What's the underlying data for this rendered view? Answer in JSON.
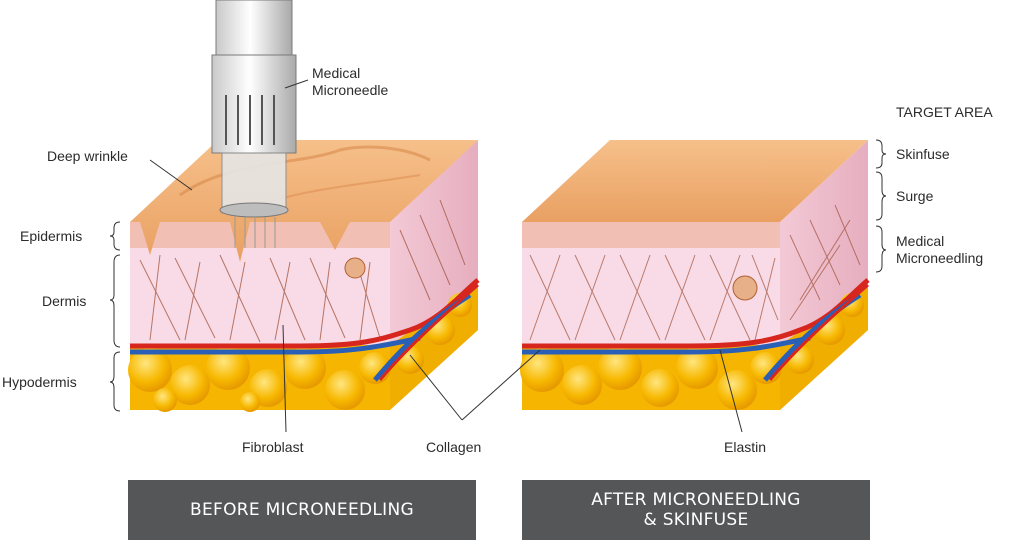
{
  "labels": {
    "medical_microneedle_line1": "Medical",
    "medical_microneedle_line2": "Microneedle",
    "deep_wrinkle": "Deep wrinkle",
    "epidermis": "Epidermis",
    "dermis": "Dermis",
    "hypodermis": "Hypodermis",
    "fibroblast": "Fibroblast",
    "collagen": "Collagen",
    "elastin": "Elastin"
  },
  "target_area": {
    "title": "TARGET AREA",
    "skinfuse": "Skinfuse",
    "surge": "Surge",
    "medical_microneedling_line1": "Medical",
    "medical_microneedling_line2": "Microneedling"
  },
  "captions": {
    "before": "BEFORE MICRONEEDLING",
    "after_line1": "AFTER MICRONEEDLING",
    "after_line2": "& SKINFUSE"
  },
  "colors": {
    "skin_surface": "#f2b27a",
    "epidermis": "#f4c2b8",
    "dermis": "#f7d9e4",
    "fat": "#f5b400",
    "artery": "#d7261e",
    "vein": "#2a5fb8",
    "collagen_fibers": "#a0523a",
    "caption_bg": "#555657"
  }
}
